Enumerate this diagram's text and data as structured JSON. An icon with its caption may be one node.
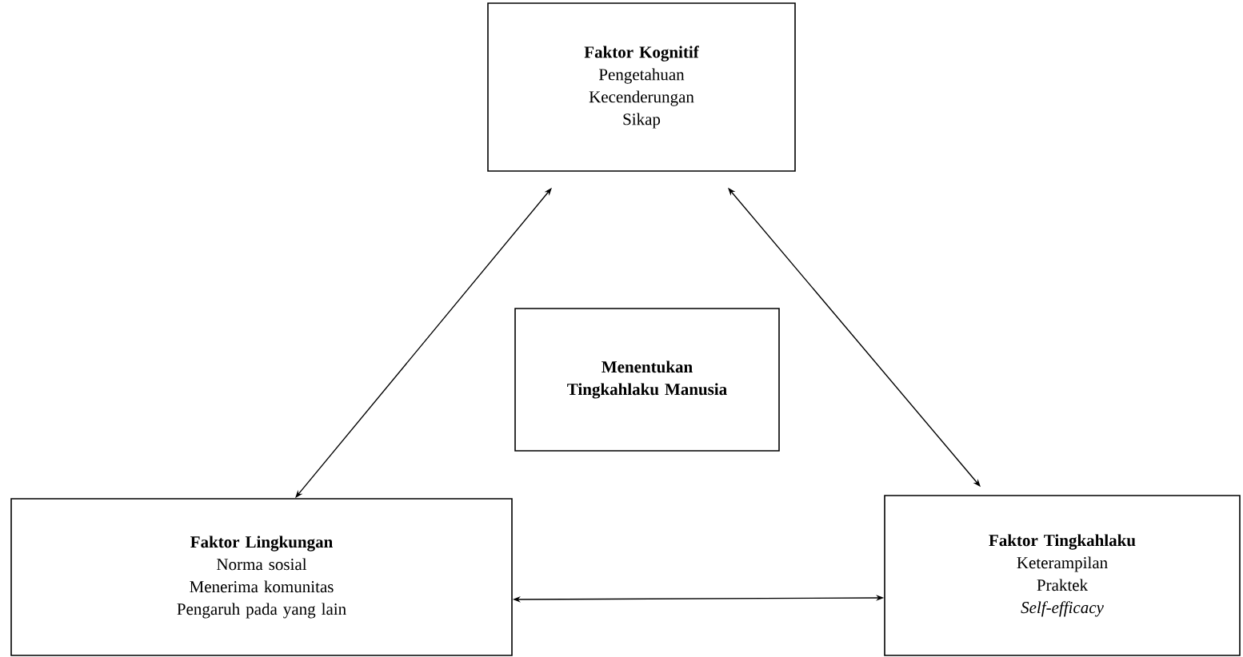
{
  "diagram": {
    "nodes": [
      {
        "text": [
          "Faktor Kognitif",
          "Pengetahuan",
          "Kecenderungan",
          "Sikap"
        ]
      },
      {
        "text": [
          "Menentukan Tingkahlaku Manusia"
        ]
      },
      {
        "text": [
          "Faktor Lingkungan",
          "Norma sosial",
          "Menerima komunitas",
          "Pengaruh pada yang lain"
        ]
      },
      {
        "text": [
          "Faktor Tingkahlaku",
          "Keterampilan",
          "Praktek",
          "Self-efficacy"
        ]
      }
    ],
    "edges": [
      {
        "from": 0,
        "to": 2,
        "arrow": "both"
      },
      {
        "from": 0,
        "to": 3,
        "arrow": "both"
      },
      {
        "from": 2,
        "to": 3,
        "arrow": "both"
      }
    ]
  }
}
